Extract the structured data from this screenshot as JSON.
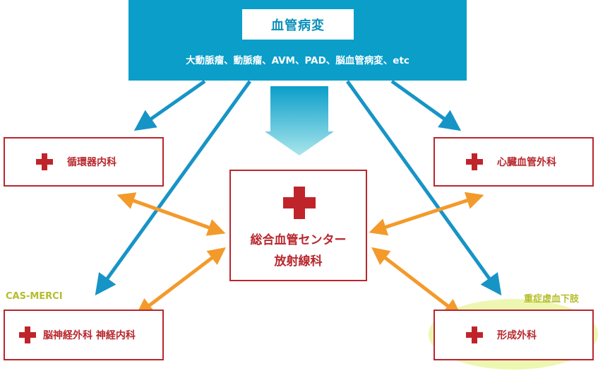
{
  "header": {
    "title": "血管病変",
    "subtitle": "大動脈瘤、動脈瘤、AVM、PAD、脳血管病変、etc"
  },
  "center": {
    "line1": "総合血管センター",
    "line2": "放射線科"
  },
  "departments": {
    "left_top": "循環器内科",
    "right_top": "心臓血管外科",
    "left_bottom": "脳神経外科 神経内科",
    "right_bottom": "形成外科"
  },
  "tags": {
    "left": "CAS-MERCI",
    "right": "重症虚血下肢"
  },
  "colors": {
    "banner": "#0a9ec9",
    "blue_arrow": "#1794c6",
    "orange_arrow": "#f39a2b",
    "red": "#b8272d",
    "highlight": "#eef7b2",
    "tag_text": "#b5bd2a"
  }
}
